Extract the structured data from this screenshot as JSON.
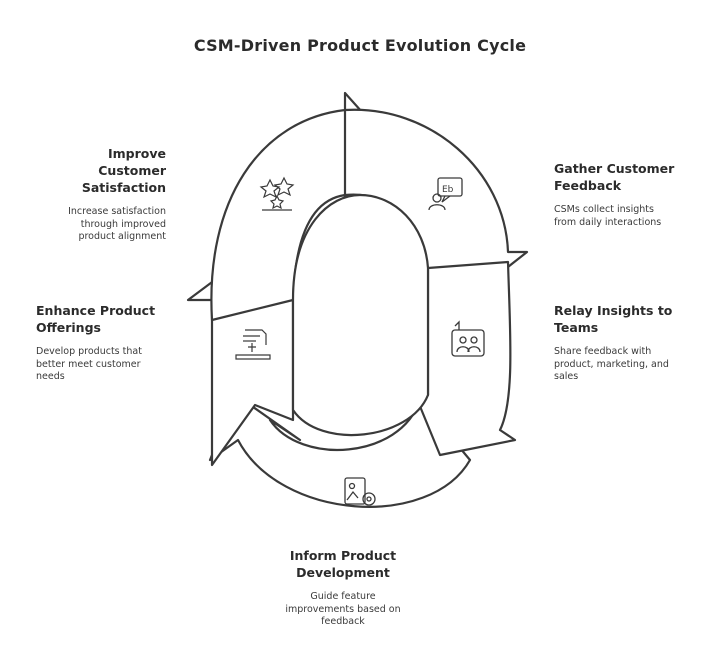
{
  "title": "CSM-Driven Product Evolution Cycle",
  "stages": [
    {
      "id": "gather",
      "heading_line1": "Gather Customer",
      "heading_line2": "Feedback",
      "desc_line1": "CSMs collect insights",
      "desc_line2": "from daily interactions",
      "desc_line3": "",
      "icon": "feedback-chat-icon"
    },
    {
      "id": "relay",
      "heading_line1": "Relay Insights to",
      "heading_line2": "Teams",
      "desc_line1": "Share feedback with",
      "desc_line2": "product, marketing, and",
      "desc_line3": "sales",
      "icon": "team-share-icon"
    },
    {
      "id": "inform",
      "heading_line1": "Inform Product",
      "heading_line2": "Development",
      "desc_line1": "Guide feature",
      "desc_line2": "improvements based on",
      "desc_line3": "feedback",
      "icon": "product-settings-icon"
    },
    {
      "id": "enhance",
      "heading_line1": "Enhance Product",
      "heading_line2": "Offerings",
      "desc_line1": "Develop products that",
      "desc_line2": "better meet customer",
      "desc_line3": "needs",
      "icon": "offering-tools-icon"
    },
    {
      "id": "improve",
      "heading_line1": "Improve",
      "heading_line2": "Customer",
      "heading_line3": "Satisfaction",
      "desc_line1": "Increase satisfaction",
      "desc_line2": "through improved",
      "desc_line3": "product alignment",
      "icon": "stars-rating-icon"
    }
  ],
  "colors": {
    "stroke": "#3a3a3a",
    "text": "#2b2b2b",
    "background": "#ffffff"
  }
}
